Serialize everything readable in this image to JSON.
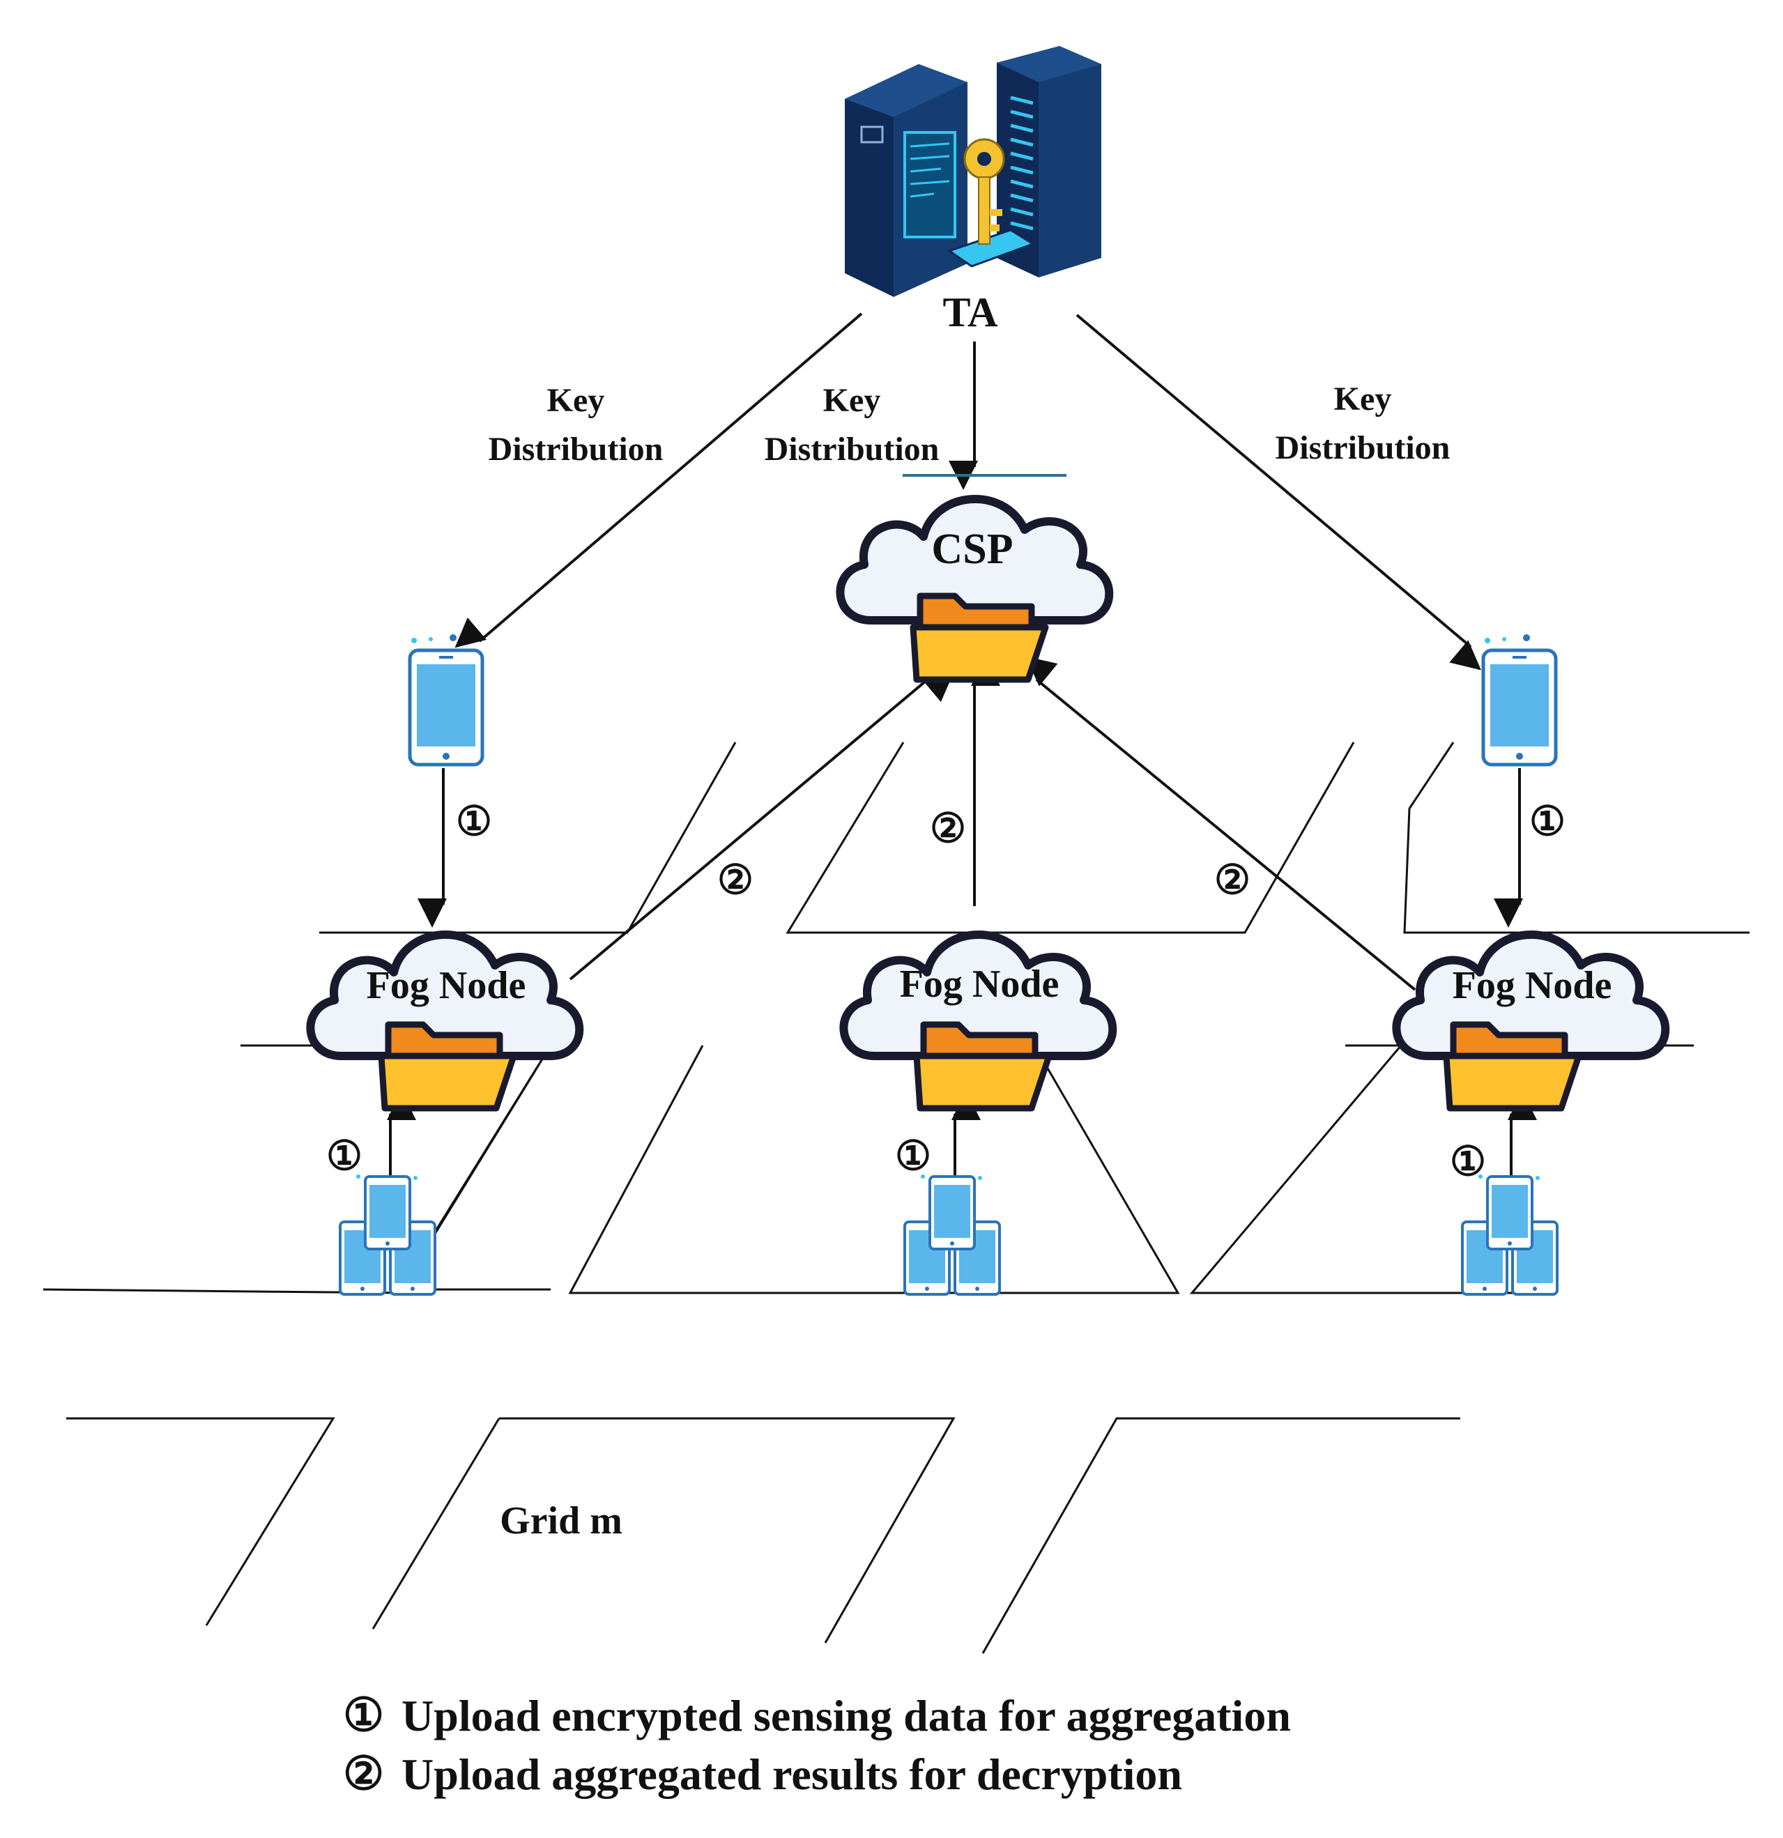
{
  "nodes": {
    "ta": {
      "label": "TA"
    },
    "csp": {
      "label": "CSP"
    },
    "fog_left": {
      "label": "Fog Node"
    },
    "fog_center": {
      "label": "Fog Node"
    },
    "fog_right": {
      "label": "Fog Node"
    }
  },
  "edges": {
    "key_left": {
      "line1": "Key",
      "line2": "Distribution"
    },
    "key_center": {
      "line1": "Key",
      "line2": "Distribution"
    },
    "key_right": {
      "line1": "Key",
      "line2": "Distribution"
    },
    "step1_marker": "①",
    "step2_marker": "②"
  },
  "grid_label": "Grid m",
  "legend": {
    "item1": {
      "marker": "①",
      "text": "Upload encrypted sensing data for aggregation"
    },
    "item2": {
      "marker": "②",
      "text": "Upload aggregated results for decryption"
    }
  },
  "colors": {
    "server_dark": "#0f2a57",
    "server_accent": "#36c6f0",
    "key_gold": "#f2c230",
    "cloud_fill": "#eef4fa",
    "cloud_stroke": "#1a1a2e",
    "folder_back": "#f08a1c",
    "folder_front": "#ffc12e",
    "phone_body": "#5bb6ec",
    "phone_border": "#2a74b8",
    "line": "#111111"
  }
}
